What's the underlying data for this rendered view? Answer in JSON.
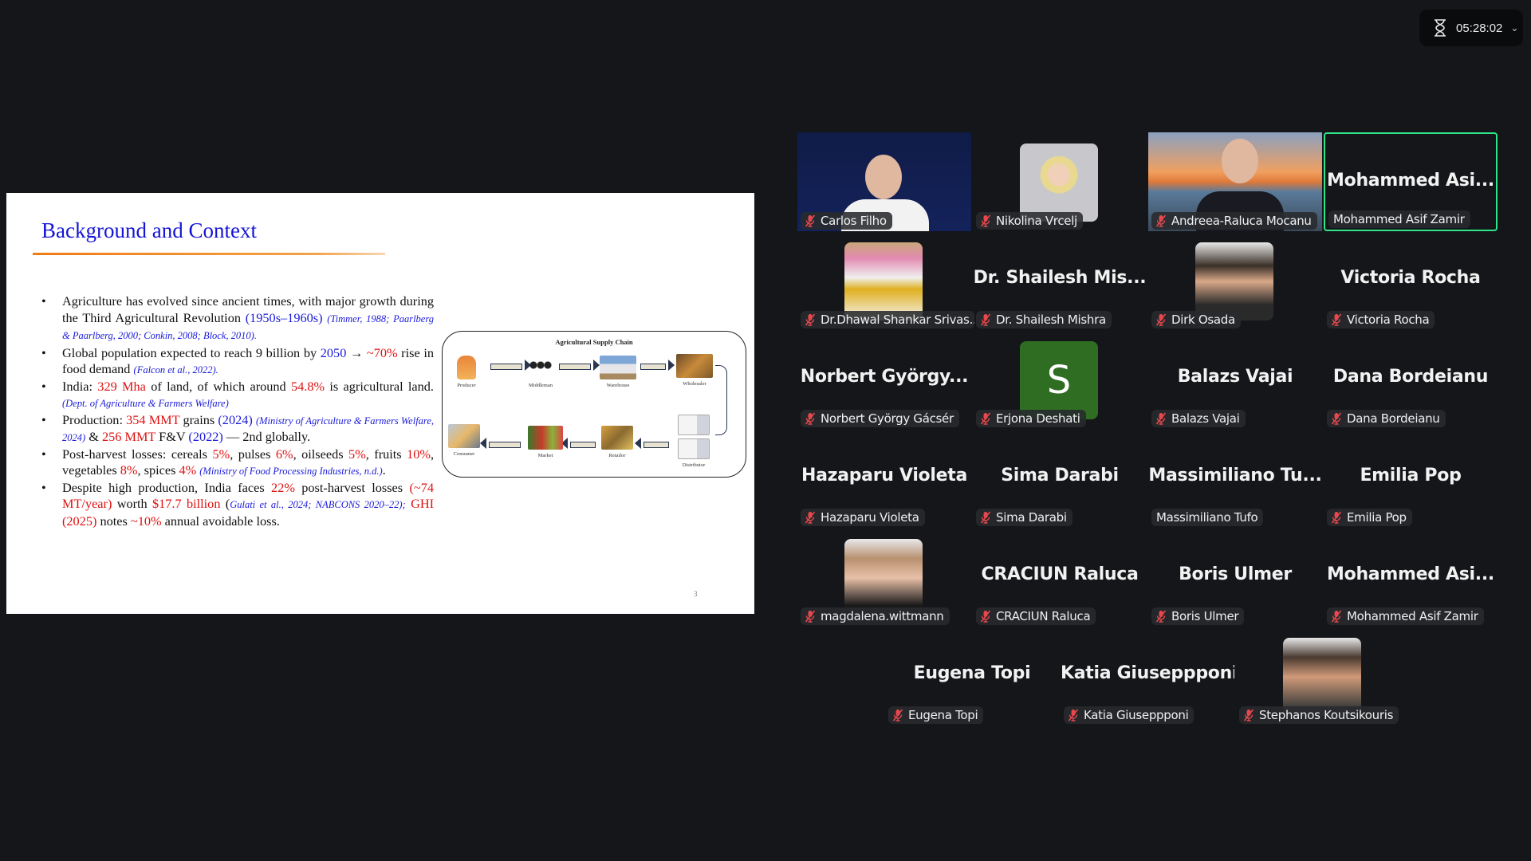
{
  "timer": {
    "icon": "hourglass-icon",
    "time": "05:28:02",
    "chevron": "⌄"
  },
  "slide": {
    "title": "Background and Context",
    "page_number": "3",
    "bullets": [
      [
        {
          "t": "Agriculture has evolved since ancient times, with major growth during the Third Agricultural Revolution ",
          "c": ""
        },
        {
          "t": "(1950s–1960s)",
          "c": "b"
        },
        {
          "t": " ",
          "c": ""
        },
        {
          "t": "(Timmer, 1988; Paarlberg & Paarlberg, 2000; Conkin, 2008; Block, 2010).",
          "c": "cite"
        }
      ],
      [
        {
          "t": "Global population expected to reach 9 billion by ",
          "c": ""
        },
        {
          "t": "2050",
          "c": "b"
        },
        {
          "t": " → ",
          "c": ""
        },
        {
          "t": "~70%",
          "c": "r"
        },
        {
          "t": " rise in food demand ",
          "c": ""
        },
        {
          "t": "(Falcon et al., 2022).",
          "c": "cite"
        }
      ],
      [
        {
          "t": "India: ",
          "c": ""
        },
        {
          "t": "329 Mha",
          "c": "r"
        },
        {
          "t": " of land, of which around ",
          "c": ""
        },
        {
          "t": "54.8%",
          "c": "r"
        },
        {
          "t": " is agricultural land. ",
          "c": ""
        },
        {
          "t": "(Dept. of Agriculture & Farmers Welfare)",
          "c": "cite"
        }
      ],
      [
        {
          "t": "Production: ",
          "c": ""
        },
        {
          "t": "354 MMT",
          "c": "r"
        },
        {
          "t": " grains ",
          "c": ""
        },
        {
          "t": "(2024)",
          "c": "b"
        },
        {
          "t": " ",
          "c": ""
        },
        {
          "t": "(Ministry of Agriculture & Farmers Welfare, 2024)",
          "c": "cite"
        },
        {
          "t": " & ",
          "c": ""
        },
        {
          "t": "256 MMT",
          "c": "r"
        },
        {
          "t": " F&V ",
          "c": ""
        },
        {
          "t": "(2022)",
          "c": "b"
        },
        {
          "t": " — 2nd globally.",
          "c": ""
        }
      ],
      [
        {
          "t": "Post-harvest losses: cereals ",
          "c": ""
        },
        {
          "t": "5%",
          "c": "r"
        },
        {
          "t": ", pulses ",
          "c": ""
        },
        {
          "t": "6%",
          "c": "r"
        },
        {
          "t": ", oilseeds ",
          "c": ""
        },
        {
          "t": "5%",
          "c": "r"
        },
        {
          "t": ", fruits ",
          "c": ""
        },
        {
          "t": "10%",
          "c": "r"
        },
        {
          "t": ", vegetables ",
          "c": ""
        },
        {
          "t": "8%",
          "c": "r"
        },
        {
          "t": ", spices ",
          "c": ""
        },
        {
          "t": "4%",
          "c": "r"
        },
        {
          "t": " ",
          "c": ""
        },
        {
          "t": "(Ministry of Food Processing Industries, n.d.)",
          "c": "cite"
        },
        {
          "t": ".",
          "c": ""
        }
      ],
      [
        {
          "t": "Despite high production, India faces ",
          "c": ""
        },
        {
          "t": "22%",
          "c": "r"
        },
        {
          "t": " post-harvest losses ",
          "c": ""
        },
        {
          "t": "(~74 MT/year)",
          "c": "r"
        },
        {
          "t": " worth ",
          "c": ""
        },
        {
          "t": "$17.7 billion",
          "c": "r"
        },
        {
          "t": " (",
          "c": ""
        },
        {
          "t": "Gulati et al., 2024; NABCONS 2020–22);",
          "c": "cite"
        },
        {
          "t": " ",
          "c": ""
        },
        {
          "t": "GHI (2025)",
          "c": "r"
        },
        {
          "t": " notes ",
          "c": ""
        },
        {
          "t": "~10%",
          "c": "r"
        },
        {
          "t": " annual avoidable loss.",
          "c": ""
        }
      ]
    ],
    "diagram": {
      "title": "Agricultural Supply Chain",
      "nodes": [
        "Producer",
        "Middleman",
        "Warehouse",
        "Wholesaler",
        "Distributor",
        "Retailor",
        "Market",
        "Consumer"
      ]
    }
  },
  "participants": [
    {
      "name": "Carlos Filho",
      "big": "",
      "kind": "video",
      "muted": true,
      "active": false
    },
    {
      "name": "Nikolina Vrcelj",
      "big": "",
      "kind": "photo",
      "muted": true,
      "active": false
    },
    {
      "name": "Andreea-Raluca Mocanu",
      "big": "",
      "kind": "video",
      "muted": true,
      "active": false
    },
    {
      "name": "Mohammed Asif Zamir",
      "big": "Mohammed  Asi...",
      "kind": "name",
      "muted": false,
      "active": true
    },
    {
      "name": "Dr.Dhawal Shankar Srivas...",
      "big": "",
      "kind": "photo",
      "muted": true,
      "active": false
    },
    {
      "name": "Dr. Shailesh Mishra",
      "big": "Dr.  Shailesh  Mis...",
      "kind": "name",
      "muted": true,
      "active": false
    },
    {
      "name": "Dirk Osada",
      "big": "",
      "kind": "photo",
      "muted": true,
      "active": false
    },
    {
      "name": "Victoria Rocha",
      "big": "Victoria Rocha",
      "kind": "name",
      "muted": true,
      "active": false
    },
    {
      "name": "Norbert György Gácsér",
      "big": "Norbert György...",
      "kind": "name",
      "muted": true,
      "active": false
    },
    {
      "name": "Erjona Deshati",
      "big": "S",
      "kind": "letter",
      "muted": true,
      "active": false
    },
    {
      "name": "Balazs Vajai",
      "big": "Balazs Vajai",
      "kind": "name",
      "muted": true,
      "active": false
    },
    {
      "name": "Dana Bordeianu",
      "big": "Dana Bordeianu",
      "kind": "name",
      "muted": true,
      "active": false
    },
    {
      "name": "Hazaparu Violeta",
      "big": "Hazaparu Violeta",
      "kind": "name",
      "muted": true,
      "active": false
    },
    {
      "name": "Sima Darabi",
      "big": "Sima Darabi",
      "kind": "name",
      "muted": true,
      "active": false
    },
    {
      "name": "Massimiliano Tufo",
      "big": "Massimiliano  Tu...",
      "kind": "name",
      "muted": false,
      "active": false
    },
    {
      "name": "Emilia Pop",
      "big": "Emilia Pop",
      "kind": "name",
      "muted": true,
      "active": false
    },
    {
      "name": "magdalena.wittmann",
      "big": "",
      "kind": "photo",
      "muted": true,
      "active": false
    },
    {
      "name": "CRACIUN Raluca",
      "big": "CRACIUN Raluca",
      "kind": "name",
      "muted": true,
      "active": false
    },
    {
      "name": "Boris Ulmer",
      "big": "Boris Ulmer",
      "kind": "name",
      "muted": true,
      "active": false
    },
    {
      "name": "Mohammed Asif Zamir",
      "big": "Mohammed  Asi...",
      "kind": "name",
      "muted": true,
      "active": false
    },
    {
      "name": "Eugena Topi",
      "big": "Eugena Topi",
      "kind": "name",
      "muted": true,
      "active": false
    },
    {
      "name": "Katia Giuseppponi",
      "big": "Katia Giuseppponi",
      "kind": "name",
      "muted": true,
      "active": false
    },
    {
      "name": "Stephanos Koutsikouris",
      "big": "",
      "kind": "photo",
      "muted": true,
      "active": false
    }
  ],
  "colors": {
    "active_speaker": "#2ee58a",
    "muted_mic": "#e5484d",
    "avatar_letter_bg": "#2f6e22"
  }
}
